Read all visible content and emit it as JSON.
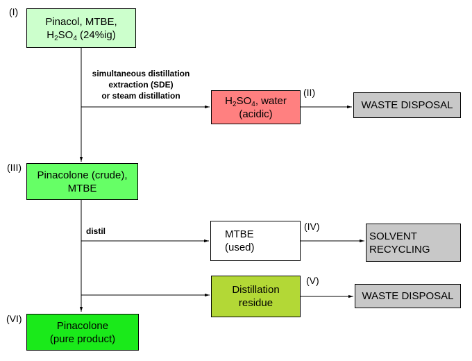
{
  "nodes": {
    "I": {
      "id_label": "(I)",
      "line1": "Pinacol, MTBE,",
      "line2_a": "H",
      "line2_sub1": "2",
      "line2_b": "SO",
      "line2_sub2": "4",
      "line2_c": " (24%ig)",
      "color": "#ccffcc"
    },
    "II": {
      "id_label": "(II)",
      "line1_a": "H",
      "line1_sub1": "2",
      "line1_b": "SO",
      "line1_sub2": "4",
      "line1_c": ", water",
      "line2": "(acidic)",
      "color": "#ff8080"
    },
    "III": {
      "id_label": "(III)",
      "line1": "Pinacolone (crude),",
      "line2": "MTBE",
      "color": "#66ff66"
    },
    "IV": {
      "id_label": "(IV)",
      "line1": "MTBE",
      "line2": "(used)",
      "color": "#ffffff"
    },
    "V": {
      "id_label": "(V)",
      "line1": "Distillation",
      "line2": "residue",
      "color": "#b3d836"
    },
    "VI": {
      "id_label": "(VI)",
      "line1": "Pinacolone",
      "line2": "(pure product)",
      "color": "#1aea1a"
    }
  },
  "destinations": {
    "waste1": {
      "text": "WASTE DISPOSAL",
      "color": "#c8c8c8"
    },
    "solvent": {
      "line1": "SOLVENT",
      "line2": "RECYCLING",
      "color": "#c8c8c8"
    },
    "waste2": {
      "text": "WASTE DISPOSAL",
      "color": "#c8c8c8"
    }
  },
  "steps": {
    "sde_line1": "simultaneous distillation",
    "sde_line2": "extraction (SDE)",
    "sde_line3": "or steam distillation",
    "distil": "distil"
  }
}
